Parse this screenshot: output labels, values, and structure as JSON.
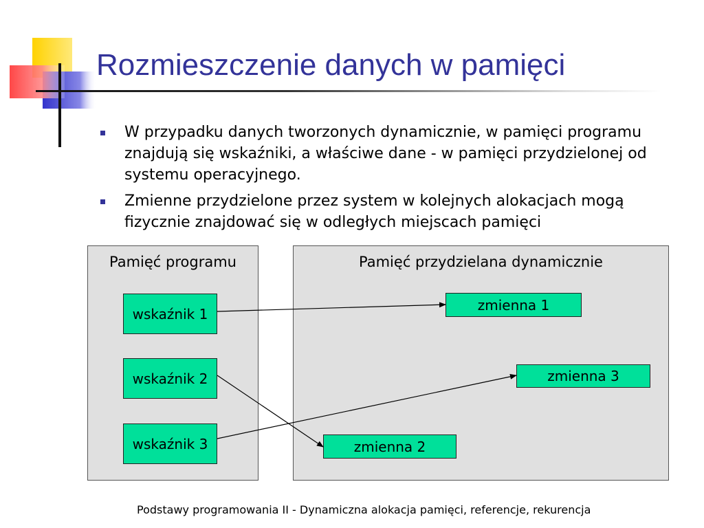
{
  "slide": {
    "title": "Rozmieszczenie danych w pamięci",
    "bullets": [
      "W przypadku danych tworzonych dynamicznie, w pamięci programu znajdują się wskaźniki, a właściwe dane - w pamięci przydzielonej od systemu operacyjnego.",
      "Zmienne przydzielone przez system w kolejnych alokacjach mogą fizycznie znajdować się w odległych miejscach pamięci"
    ],
    "footer": "Podstawy programowania II - Dynamiczna alokacja pamięci, referencje, rekurencja"
  },
  "diagram": {
    "program_memory_label": "Pamięć programu",
    "dynamic_memory_label": "Pamięć przydzielana dynamicznie",
    "pointers": [
      "wskaźnik 1",
      "wskaźnik 2",
      "wskaźnik 3"
    ],
    "variables": [
      "zmienna 1",
      "zmienna 2",
      "zmienna 3"
    ],
    "links": [
      {
        "from": "wskaźnik 1",
        "to": "zmienna 1"
      },
      {
        "from": "wskaźnik 2",
        "to": "zmienna 2"
      },
      {
        "from": "wskaźnik 3",
        "to": "zmienna 3"
      }
    ]
  },
  "colors": {
    "title": "#333399",
    "box_fill": "#00e09a",
    "panel_fill": "#e0e0e0"
  }
}
